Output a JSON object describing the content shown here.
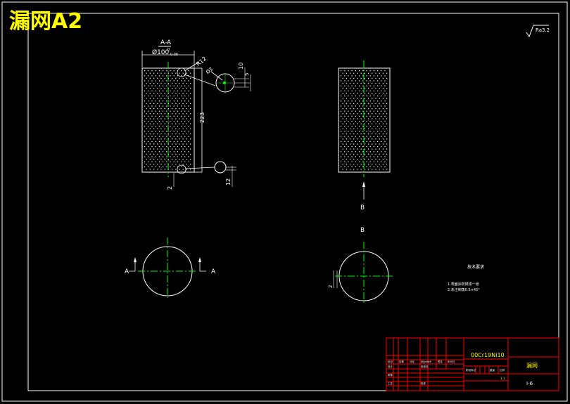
{
  "title": "漏网A2",
  "section_label": "A-A",
  "view_label": "B",
  "cut_marker": "A",
  "dims": {
    "diameter": "Ø100",
    "diameter_tol_top": "0",
    "diameter_tol_bottom": "-0.08",
    "r12": "R12",
    "d3": "Ø3",
    "d10": "10",
    "d5": "5",
    "height": "223",
    "d2": "2",
    "d12": "12",
    "b_gap": "2"
  },
  "roughness": "Ra3.2",
  "notes": {
    "heading": "技术要求",
    "line1": "1.表面涂防锈漆一道",
    "line2": "2.未注倒角0.5×45°"
  },
  "title_block": {
    "material": "00Cr19Ni10",
    "part_name": "漏网",
    "drawing_no": "Ⅰ-6",
    "scale": "1:1",
    "design": "设计",
    "check": "审核",
    "process": "工艺",
    "standard": "标准化",
    "approve": "批准",
    "mark": "标记",
    "count": "处数",
    "zone": "分区",
    "change_doc": "更改文件号",
    "sign": "签名",
    "date": "年月日",
    "stage": "阶段标记",
    "weight": "重量",
    "ratio": "比例"
  },
  "colors": {
    "background": "#000000",
    "line": "#ffffff",
    "center": "#00ff00",
    "title": "#ffff00",
    "block": "#ff0000"
  }
}
